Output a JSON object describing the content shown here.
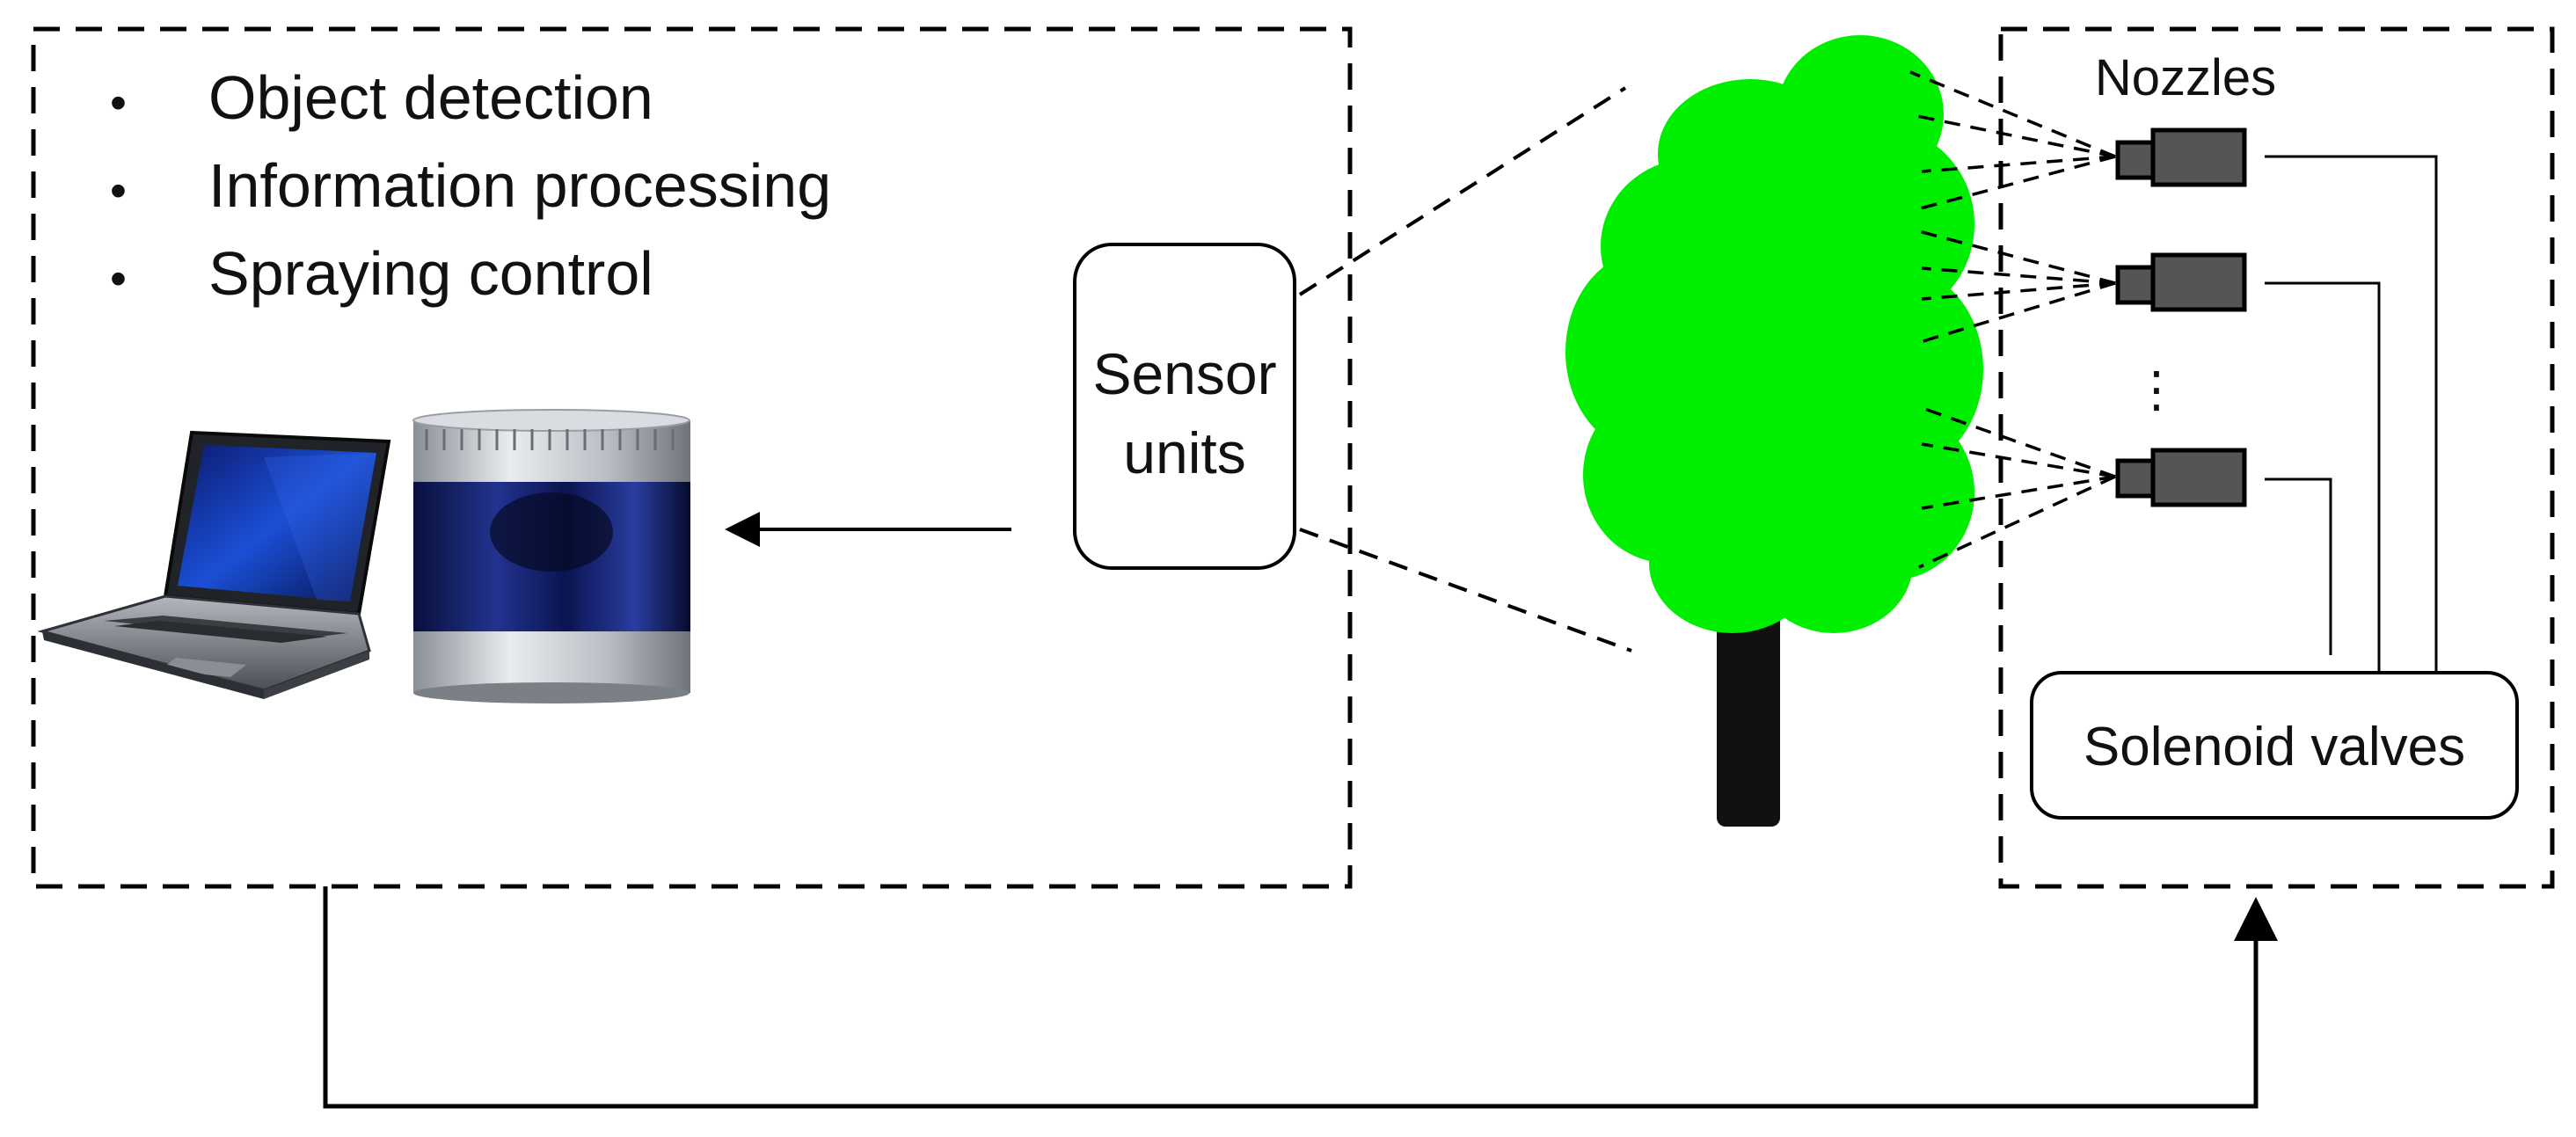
{
  "features": {
    "bullet": "•",
    "items": [
      "Object detection",
      "Information processing",
      "Spraying control"
    ]
  },
  "sensor_box": {
    "line1": "Sensor",
    "line2": "units"
  },
  "nozzles": {
    "title": "Nozzles",
    "ellipsis": "⋮"
  },
  "valves": {
    "label": "Solenoid valves"
  },
  "colors": {
    "foliage": "#00ee00",
    "trunk": "#111111",
    "nozzle_body": "#555555",
    "lidar_glass": "#0e1a66",
    "laptop_screen": "#0a2fa8",
    "stroke": "#000000"
  },
  "icons": {
    "computer": "laptop-icon",
    "sensor": "lidar-sensor-icon",
    "tree": "tree-icon",
    "nozzle": "nozzle-icon"
  }
}
